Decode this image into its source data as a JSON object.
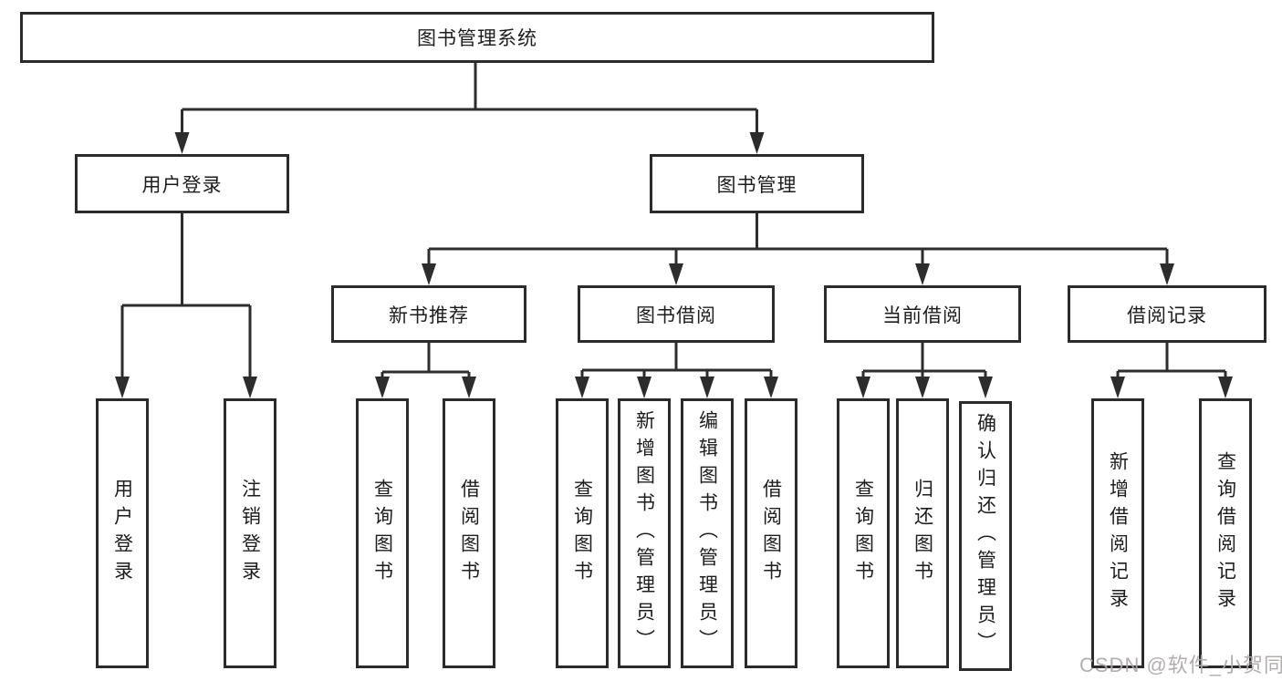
{
  "tree": {
    "root": {
      "label": "图书管理系统"
    },
    "branches": [
      {
        "label": "用户登录",
        "children": [
          {
            "label": "用户登录"
          },
          {
            "label": "注销登录"
          }
        ]
      },
      {
        "label": "图书管理",
        "children": [
          {
            "label": "新书推荐",
            "children": [
              {
                "label": "查询图书"
              },
              {
                "label": "借阅图书"
              }
            ]
          },
          {
            "label": "图书借阅",
            "children": [
              {
                "label": "查询图书"
              },
              {
                "label": "新增图书（管理员）"
              },
              {
                "label": "编辑图书（管理员）"
              },
              {
                "label": "借阅图书"
              }
            ]
          },
          {
            "label": "当前借阅",
            "children": [
              {
                "label": "查询图书"
              },
              {
                "label": "归还图书"
              },
              {
                "label": "确认归还（管理员）"
              }
            ]
          },
          {
            "label": "借阅记录",
            "children": [
              {
                "label": "新增借阅记录"
              },
              {
                "label": "查询借阅记录"
              }
            ]
          }
        ]
      }
    ]
  },
  "watermark": {
    "text": "CSDN @软件_小贺同学"
  },
  "colors": {
    "line": "#2d2d2d",
    "box_border": "#2b2b2b",
    "text": "#1d1d1d",
    "watermark": "#aca7a7",
    "background": "#ffffff"
  }
}
